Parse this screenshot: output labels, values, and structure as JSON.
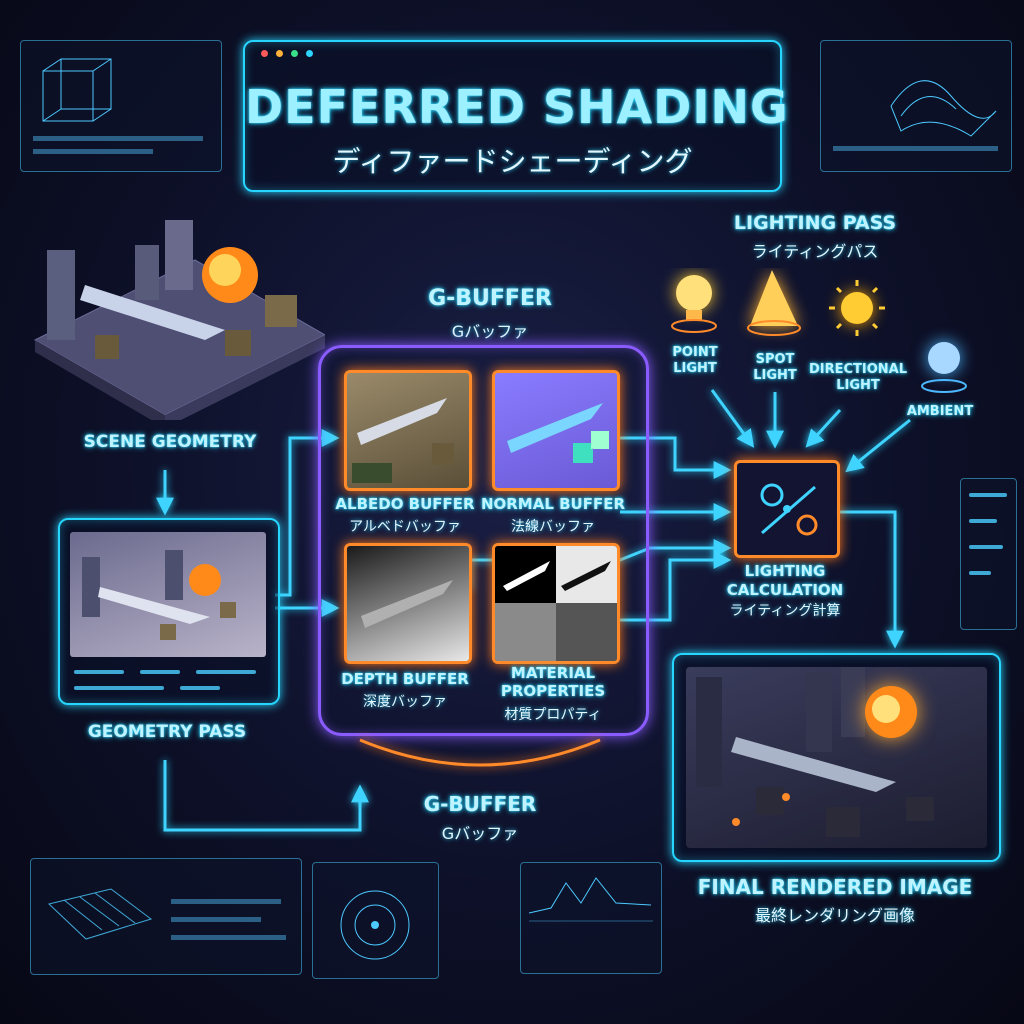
{
  "header": {
    "title": "DEFERRED SHADING",
    "subtitle_jp": "ディファードシェーディング",
    "window_dots": [
      "#ff5a5a",
      "#ffb13b",
      "#39e08a",
      "#2fd3ff"
    ]
  },
  "scene": {
    "label": "SCENE GEOMETRY"
  },
  "geometry_pass": {
    "label": "GEOMETRY PASS"
  },
  "gbuffer_top": {
    "label": "G-BUFFER",
    "label_jp": "Gバッファ"
  },
  "gbuffer_bottom": {
    "label": "G-BUFFER",
    "label_jp": "Gバッファ"
  },
  "buffers": [
    {
      "label": "ALBEDO BUFFER",
      "label_jp": "アルベドバッファ"
    },
    {
      "label": "NORMAL BUFFER",
      "label_jp": "法線バッファ"
    },
    {
      "label": "DEPTH BUFFER",
      "label_jp": "深度バッファ"
    },
    {
      "label": "MATERIAL\nPROPERTIES",
      "label_jp": "材質プロパティ"
    }
  ],
  "lighting_pass": {
    "label": "LIGHTING PASS",
    "label_jp": "ライティングパス",
    "lights": [
      {
        "label": "POINT\nLIGHT",
        "icon": "lightbulb-icon"
      },
      {
        "label": "SPOT\nLIGHT",
        "icon": "spotlight-icon"
      },
      {
        "label": "DIRECTIONAL\nLIGHT",
        "icon": "sun-icon"
      },
      {
        "label": "AMBIENT",
        "icon": "ambient-orb-icon"
      }
    ]
  },
  "lighting_calc": {
    "label": "LIGHTING\nCALCULATION",
    "label_jp": "ライティング計算"
  },
  "final": {
    "label": "FINAL RENDERED IMAGE",
    "label_jp": "最終レンダリング画像"
  },
  "colors": {
    "accent": "#27d6ff",
    "orange": "#ff8a2a",
    "purple": "#8a5cff"
  }
}
